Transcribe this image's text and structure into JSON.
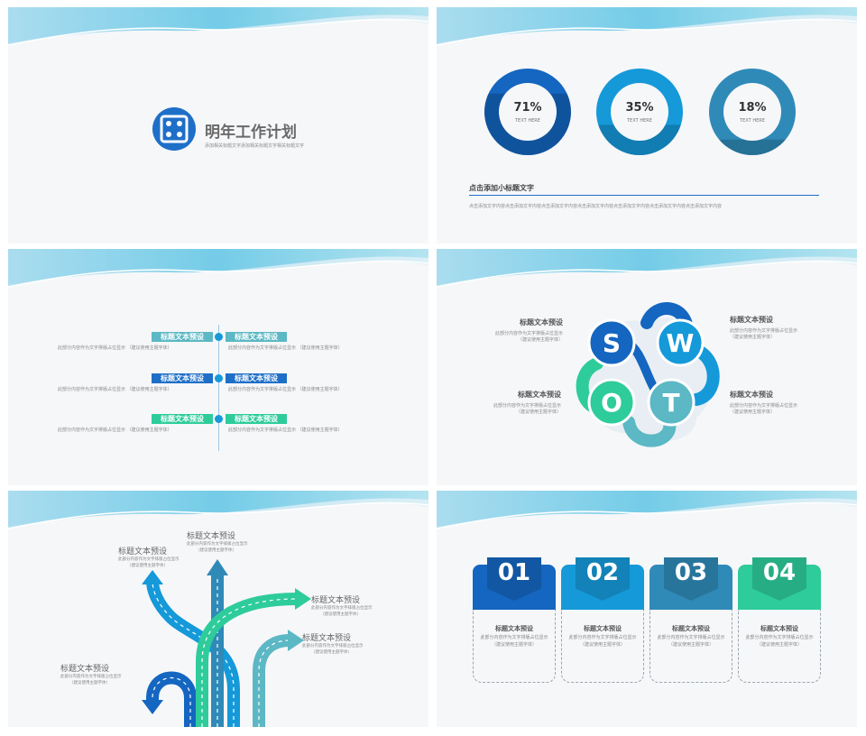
{
  "slide1": {
    "title": "明年工作计划",
    "subtitle": "添加相关标题文字添加相关标题文字相关标题文字",
    "icon": "dice-icon",
    "accent": "#1e6fc8"
  },
  "slide2": {
    "donuts": [
      {
        "percent": "71%",
        "caption": "TEXT  HERE",
        "color": "#1466c0",
        "fill": 0.71
      },
      {
        "percent": "35%",
        "caption": "TEXT  HERE",
        "color": "#1599d9",
        "fill": 0.35
      },
      {
        "percent": "18%",
        "caption": "TEXT  HERE",
        "color": "#2f8ab8",
        "fill": 0.18
      }
    ],
    "subtitle": "点击添加小标题文字",
    "body": "点击添加文字内容点击添加文字内容点击添加文字内容点击添加文字内容点击添加文字内容点击添加文字内容点击添加文字内容"
  },
  "slide3": {
    "rows": [
      {
        "left_tag": "标题文本预设",
        "left_text": "此部分内容作为文字排版占位显示 （建议使用主题字体）",
        "right_tag": "标题文本预设",
        "right_text": "此部分内容作为文字排版占位显示 （建议使用主题字体）",
        "color": "#5bb8c4"
      },
      {
        "left_tag": "标题文本预设",
        "left_text": "此部分内容作为文字排版占位显示 （建议使用主题字体）",
        "right_tag": "标题文本预设",
        "right_text": "此部分内容作为文字排版占位显示 （建议使用主题字体）",
        "color": "#1e6fc8"
      },
      {
        "left_tag": "标题文本预设",
        "left_text": "此部分内容作为文字排版占位显示 （建议使用主题字体）",
        "right_tag": "标题文本预设",
        "right_text": "此部分内容作为文字排版占位显示 （建议使用主题字体）",
        "color": "#2ecc9a"
      }
    ]
  },
  "slide4": {
    "letters": [
      "S",
      "W",
      "O",
      "T"
    ],
    "items": [
      {
        "title": "标题文本预设",
        "line1": "此部分内容作为文字排版占位显示",
        "line2": "（建议使用主题字体）"
      },
      {
        "title": "标题文本预设",
        "line1": "此部分内容作为文字排版占位显示",
        "line2": "（建议使用主题字体）"
      },
      {
        "title": "标题文本预设",
        "line1": "此部分内容作为文字排版占位显示",
        "line2": "（建议使用主题字体）"
      },
      {
        "title": "标题文本预设",
        "line1": "此部分内容作为文字排版占位显示",
        "line2": "（建议使用主题字体）"
      }
    ]
  },
  "slide5": {
    "items": [
      {
        "title": "标题文本预设",
        "line1": "此部分内容作为文字排版占位显示",
        "line2": "（建议使用主题字体）"
      },
      {
        "title": "标题文本预设",
        "line1": "此部分内容作为文字排版占位显示",
        "line2": "（建议使用主题字体）"
      },
      {
        "title": "标题文本预设",
        "line1": "此部分内容作为文字排版占位显示",
        "line2": "（建议使用主题字体）"
      },
      {
        "title": "标题文本预设",
        "line1": "此部分内容作为文字排版占位显示",
        "line2": "（建议使用主题字体）"
      },
      {
        "title": "标题文本预设",
        "line1": "此部分内容作为文字排版占位显示",
        "line2": "（建议使用主题字体）"
      }
    ]
  },
  "slide6": {
    "cards": [
      {
        "num": "01",
        "title": "标题文本预设",
        "line1": "此部分内容作为文字排版占位显示",
        "line2": "（建议使用主题字体）",
        "color": "#1466c0"
      },
      {
        "num": "02",
        "title": "标题文本预设",
        "line1": "此部分内容作为文字排版占位显示",
        "line2": "（建议使用主题字体）",
        "color": "#1599d9"
      },
      {
        "num": "03",
        "title": "标题文本预设",
        "line1": "此部分内容作为文字排版占位显示",
        "line2": "（建议使用主题字体）",
        "color": "#2f8ab8"
      },
      {
        "num": "04",
        "title": "标题文本预设",
        "line1": "此部分内容作为文字排版占位显示",
        "line2": "（建议使用主题字体）",
        "color": "#2ecc9a"
      }
    ]
  }
}
